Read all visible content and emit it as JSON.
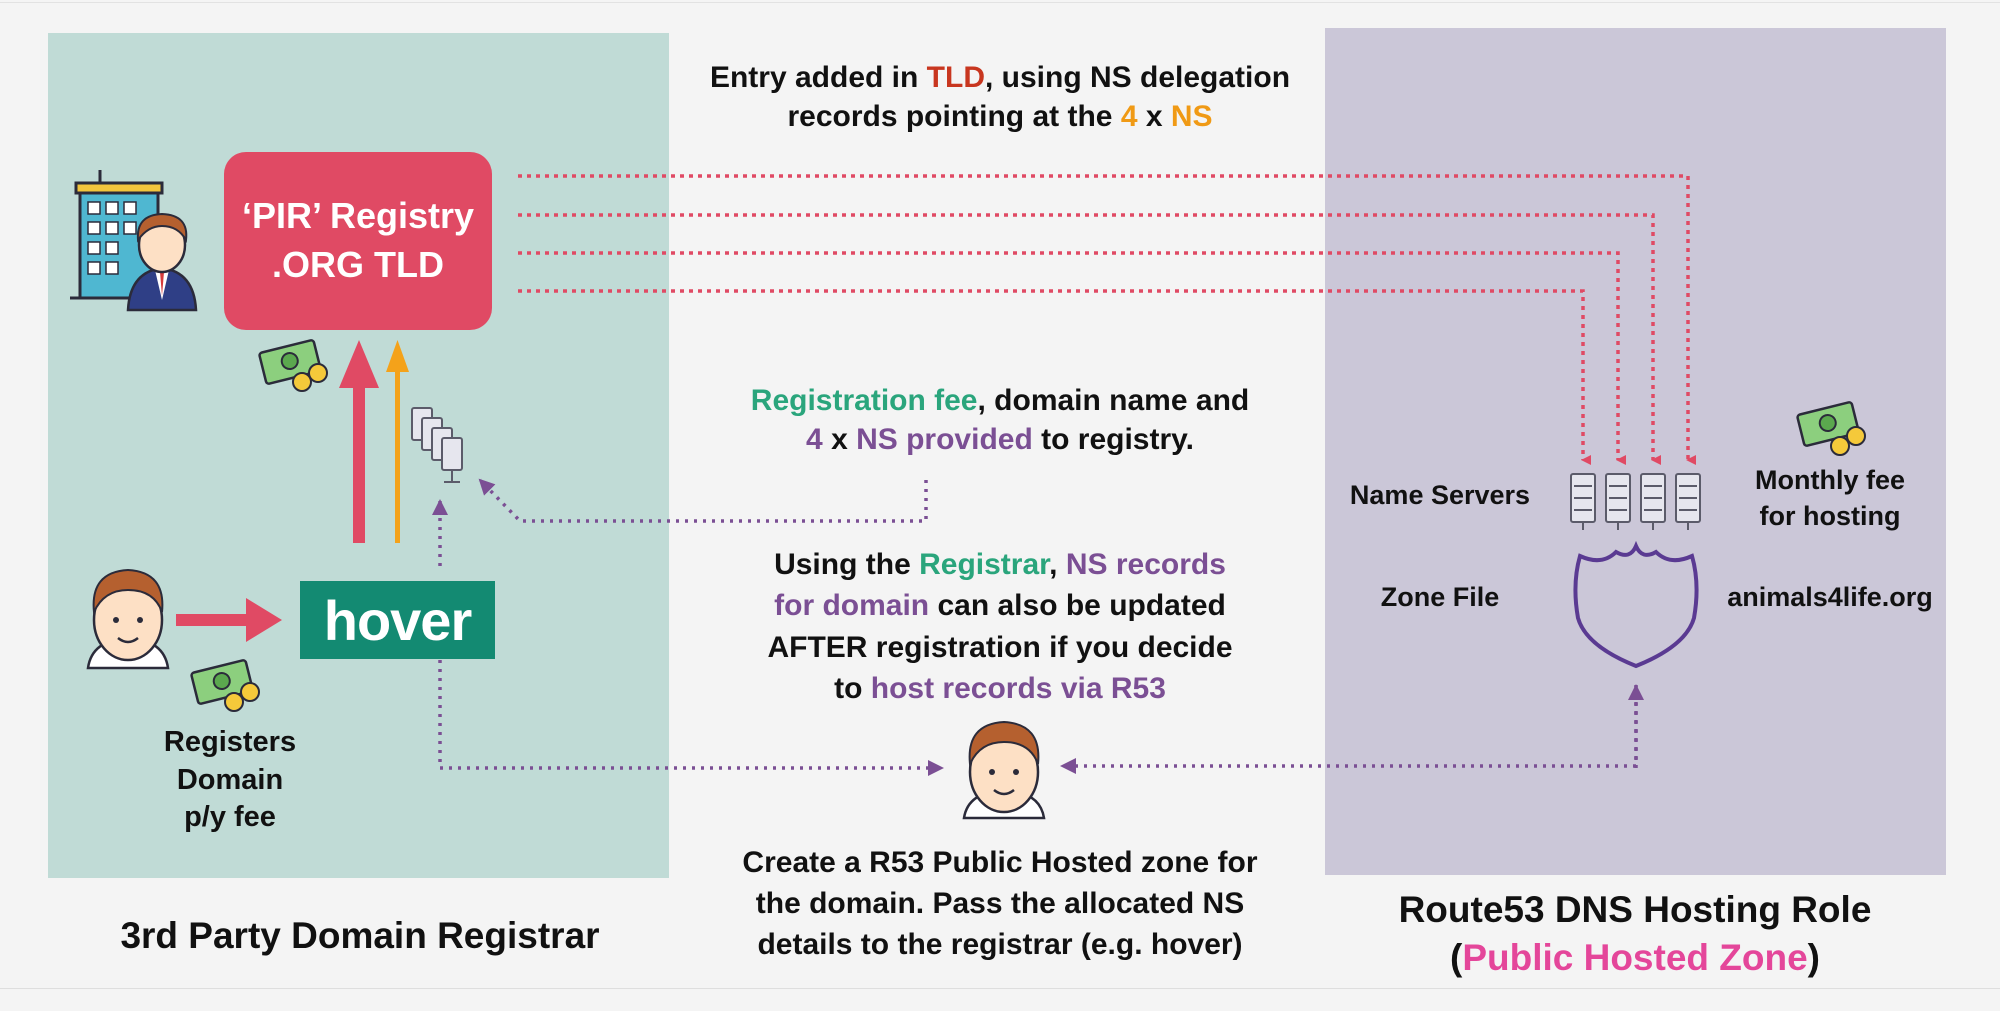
{
  "left_panel": {
    "registry_line1": "‘PIR’ Registry",
    "registry_line2": ".ORG TLD",
    "registrar_logo": "hover",
    "registers_line1": "Registers",
    "registers_line2": "Domain",
    "registers_line3": "p/y fee",
    "caption": "3rd Party Domain Registrar"
  },
  "top_note": {
    "l1_a": "Entry added in ",
    "l1_b": "TLD",
    "l1_c": ", using NS delegation",
    "l2_a": "records pointing at the ",
    "l2_b": "4",
    "l2_c": " x ",
    "l2_d": "NS"
  },
  "reg_note": {
    "l1_a": "Registration fee",
    "l1_b": ", domain name and",
    "l2_a": "4",
    "l2_b": " x ",
    "l2_c": "NS provided",
    "l2_d": " to registry."
  },
  "update_note": {
    "l1_a": "Using the ",
    "l1_b": "Registrar",
    "l1_c": ", ",
    "l1_d": "NS records",
    "l2_a": "for domain",
    "l2_b": " can also be updated",
    "l3": "AFTER registration if you decide",
    "l4_a": "to ",
    "l4_b": "host records via R53"
  },
  "create_note": {
    "l1": "Create a R53 Public Hosted zone for",
    "l2": "the domain. Pass the allocated NS",
    "l3": "details to the registrar (e.g. hover)"
  },
  "right_panel": {
    "name_servers": "Name Servers",
    "zone_file": "Zone File",
    "monthly_l1": "Monthly fee",
    "monthly_l2": "for hosting",
    "domain": "animals4life.org",
    "caption_l1": "Route53 DNS Hosting Role",
    "caption_l2_a": "(",
    "caption_l2_b": "Public Hosted Zone",
    "caption_l2_c": ")"
  },
  "colors": {
    "left_panel": "#c0dbd6",
    "right_panel": "#cbc7d8",
    "registry": "#e04a64",
    "hover": "#138a72",
    "red_arrow": "#e04a64",
    "orange_arrow": "#f4a21a",
    "purple": "#7b4f94",
    "green": "#2aa57c",
    "pink": "#e4469a"
  },
  "icons": [
    "building-icon",
    "businessman-icon",
    "money-icon",
    "server-stack-icon",
    "person-icon",
    "server-icon",
    "shield-icon"
  ]
}
